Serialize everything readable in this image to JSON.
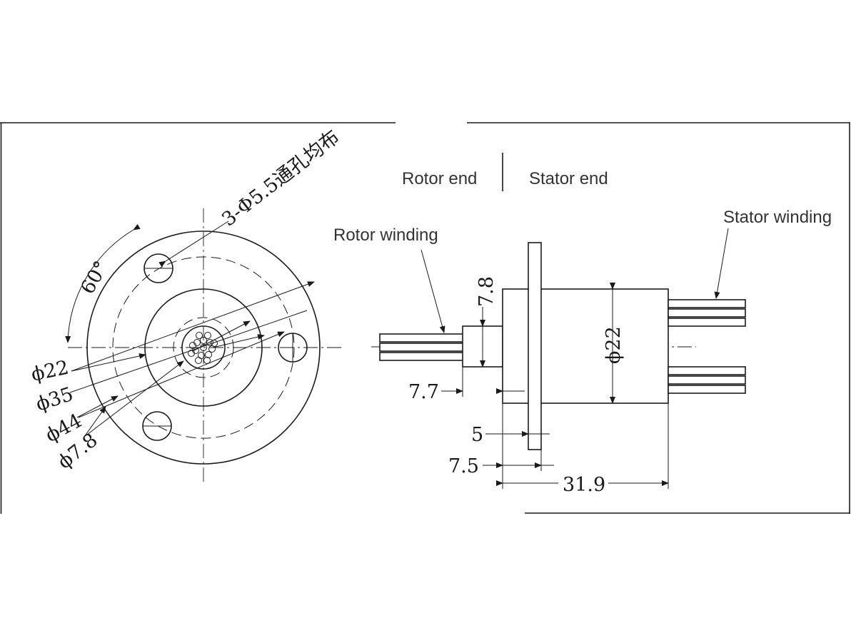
{
  "labels": {
    "rotor_end": "Rotor end",
    "stator_end": "Stator end",
    "rotor_winding": "Rotor winding",
    "stator_winding": "Stator winding"
  },
  "front_view": {
    "hole_note": "3-Φ5.5通孔均布",
    "angle": "60°",
    "dia_22": "ϕ22",
    "dia_35": "ϕ35",
    "dia_44": "ϕ44",
    "dia_7_8": "ϕ7.8"
  },
  "side_view": {
    "dim_7_8": "7.8",
    "dim_22": "ϕ22",
    "dim_7_7": "7.7",
    "dim_5": "5",
    "dim_7_5": "7.5",
    "dim_31_9": "31.9"
  }
}
